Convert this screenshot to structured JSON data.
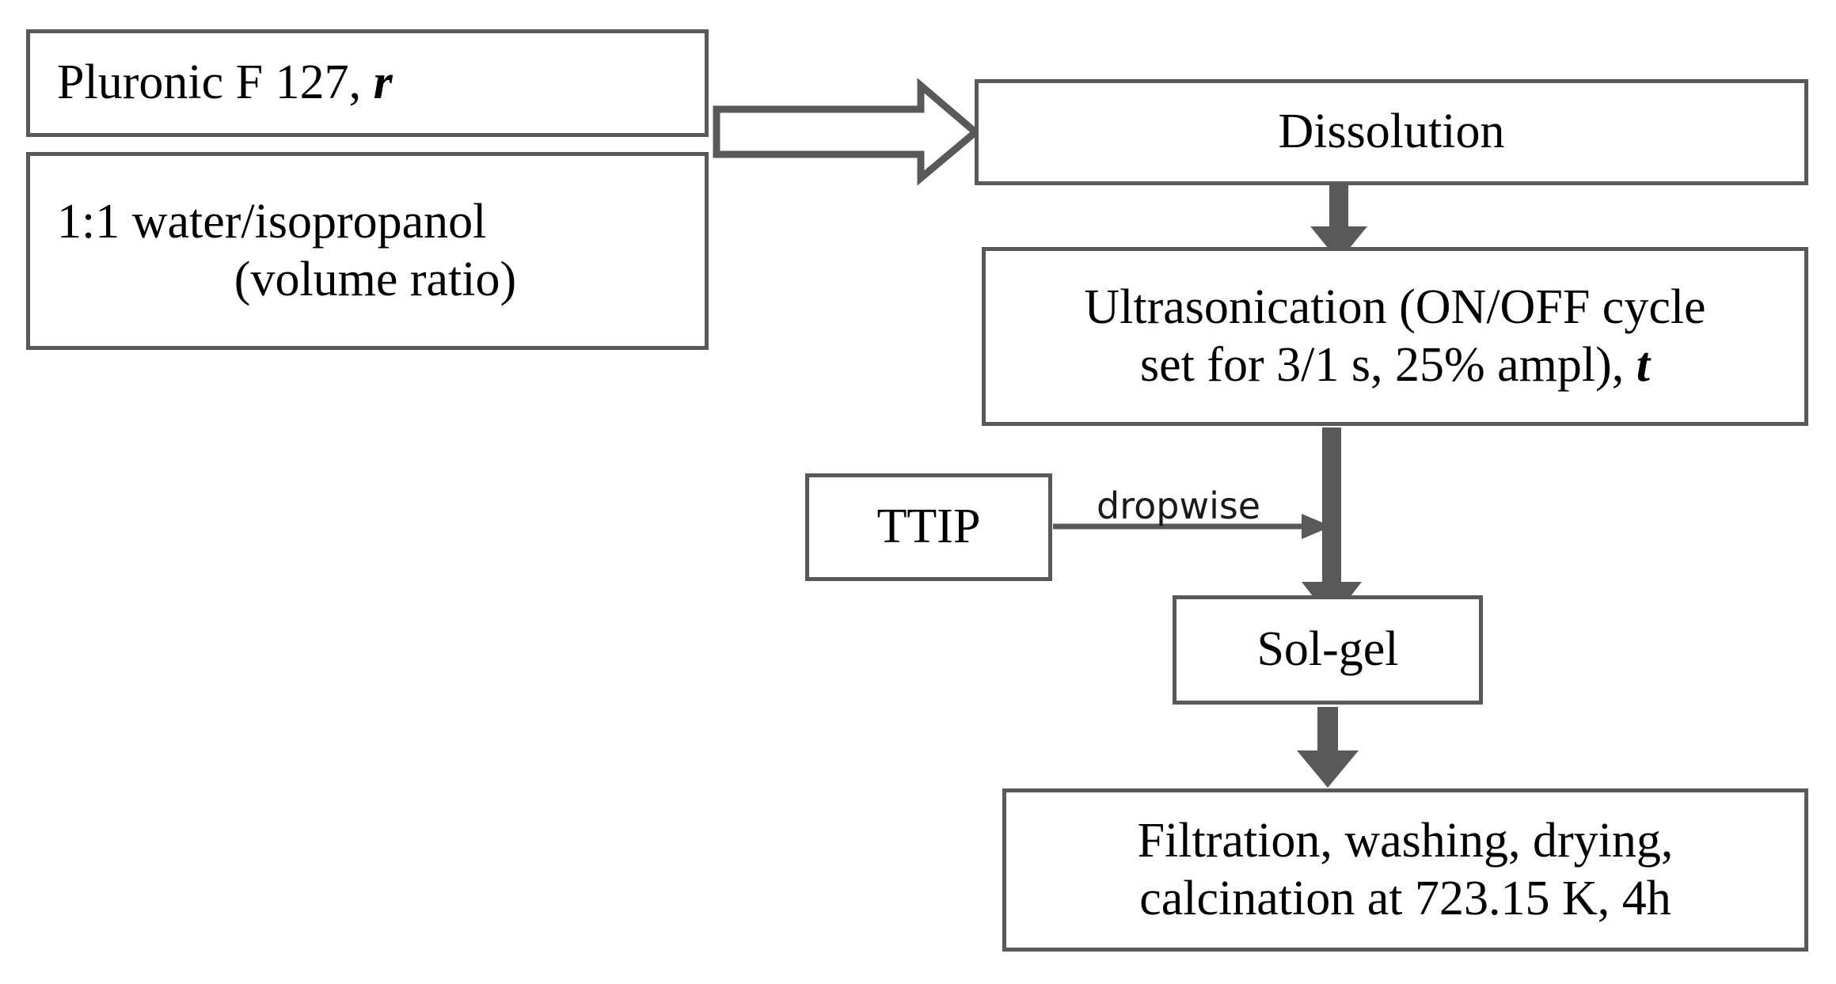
{
  "diagram": {
    "title": "Sol-gel synthesis flowchart",
    "colors": {
      "box_border": "#595959",
      "arrow_fill": "#595959",
      "background": "#ffffff",
      "text": "#000000"
    },
    "nodes": {
      "pluronic": {
        "label": "Pluronic F 127, r",
        "text_main": "Pluronic F 127,",
        "variable": "r"
      },
      "solvent": {
        "label": "1:1 water/isopropanol (volume ratio)",
        "line1": "1:1 water/isopropanol",
        "line2": "(volume ratio)"
      },
      "dissolution": {
        "label": "Dissolution"
      },
      "ultrasonication": {
        "label": "Ultrasonication (ON/OFF cycle set for 3/1 s, 25% ampl), t",
        "line1": "Ultrasonication (ON/OFF cycle",
        "line2_main": "set for 3/1 s, 25% ampl),",
        "variable": "t"
      },
      "ttip": {
        "label": "TTIP"
      },
      "solgel": {
        "label": "Sol-gel"
      },
      "final": {
        "label": "Filtration, washing, drying, calcination at 723.15 K, 4h",
        "line1": "Filtration, washing, drying,",
        "line2": "calcination at 723.15 K, 4h"
      }
    },
    "edges": {
      "inputs_to_dissolution": {
        "style": "hollow-block-arrow",
        "label": ""
      },
      "dissolution_to_ultrasonication": {
        "style": "solid-arrow",
        "label": ""
      },
      "ultrasonication_to_solgel": {
        "style": "solid-arrow-long",
        "label": ""
      },
      "ttip_to_solgel": {
        "style": "thin-arrow",
        "label": "dropwise"
      },
      "solgel_to_final": {
        "style": "solid-arrow",
        "label": ""
      }
    }
  }
}
